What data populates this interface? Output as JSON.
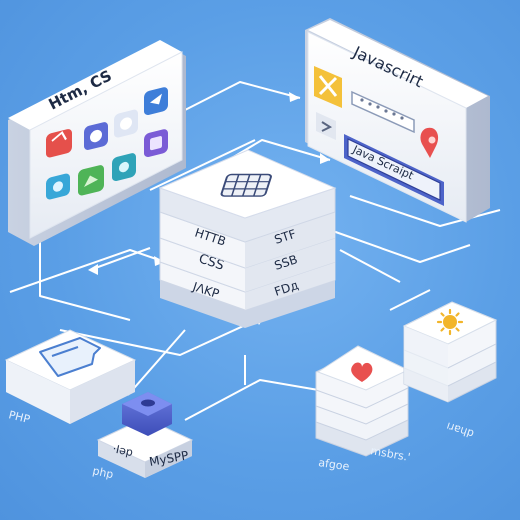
{
  "panels": {
    "html_css_title": "Htm, CS",
    "javascript_title": "Javascrirt",
    "javascript_badge": "Java Scraipt"
  },
  "server": {
    "layers": [
      {
        "left": "HTTB",
        "right": "SТF"
      },
      {
        "left": "CSS",
        "right": "SSB"
      },
      {
        "left": "JΛKP",
        "right": "FDд"
      }
    ]
  },
  "captions": {
    "left_php": "PHP",
    "left_php2": "php",
    "db_tag": "·Iəp",
    "db_name": "MySPP",
    "stack_caption": "afgoe",
    "mid_caption": "msbrs.'",
    "right_caption": "ıɹɐɥp"
  },
  "colors": {
    "background": "#5b9fe6",
    "panel": "#f3f5f9",
    "connector": "#ffffff",
    "db_block": "#4d5ec9",
    "heart": "#e8504f",
    "sun": "#f2b52a"
  }
}
